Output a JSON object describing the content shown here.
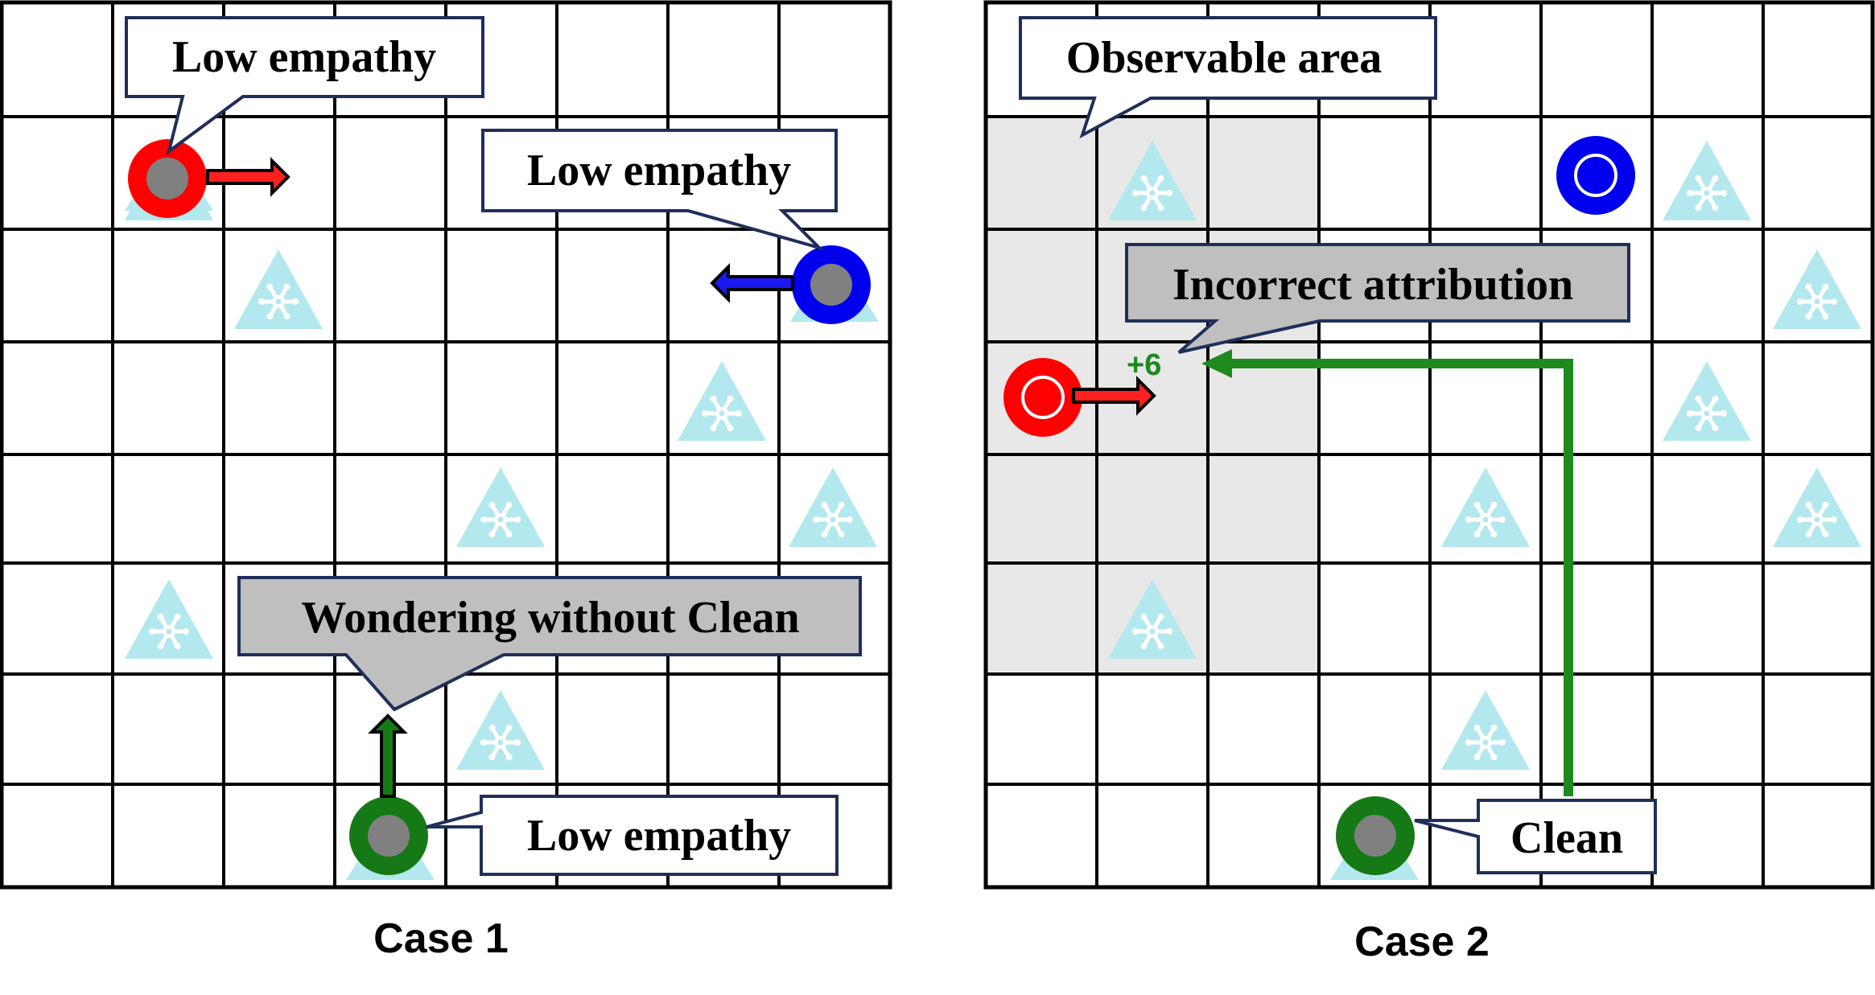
{
  "panels": [
    {
      "caption": "Case 1",
      "callouts": [
        {
          "text": "Low empathy"
        },
        {
          "text": "Low empathy"
        },
        {
          "text": "Wondering without Clean"
        },
        {
          "text": "Low empathy"
        }
      ]
    },
    {
      "caption": "Case 2",
      "callouts": [
        {
          "text": "Observable area"
        },
        {
          "text": "Incorrect attribution"
        },
        {
          "text": "Clean"
        }
      ],
      "reward_label": "+6"
    }
  ],
  "icons": {
    "resource": "snowflake-triangle-icon",
    "agent": "agent-ring-icon",
    "arrow": "direction-arrow-icon"
  },
  "colors": {
    "red_agent": "#ff0000",
    "blue_agent": "#0000ee",
    "green_agent": "#157a15",
    "agent_core": "#808080",
    "resource_fill": "#b3e8ee",
    "observable_area": "#e8e8e8",
    "callout_white": "#ffffff",
    "callout_gray": "#bfbfbf",
    "callout_border": "#1f2f5a",
    "path_green": "#1e8a1e"
  }
}
